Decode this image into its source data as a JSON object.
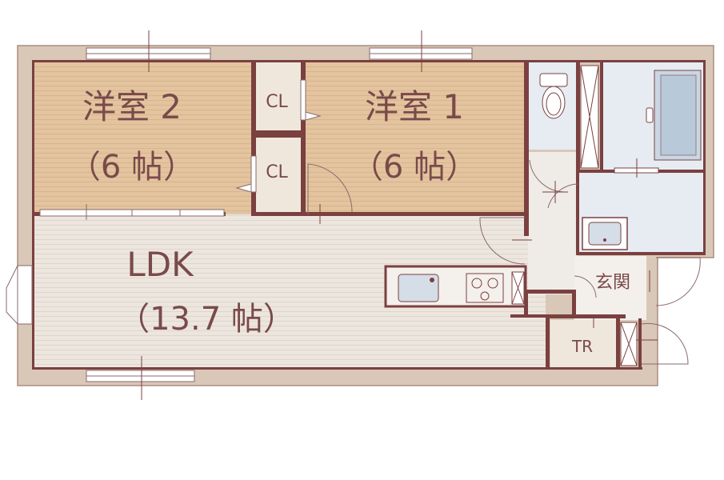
{
  "rooms": {
    "western2": {
      "name": "洋室 2",
      "size": "（6 帖）"
    },
    "western1": {
      "name": "洋室 1",
      "size": "（6 帖）"
    },
    "ldk": {
      "name": "LDK",
      "size": "（13.7 帖）"
    },
    "closet_upper": {
      "name": "CL"
    },
    "closet_lower": {
      "name": "CL"
    },
    "entrance": {
      "name": "玄関"
    },
    "trunk_room": {
      "name": "TR"
    }
  },
  "colors": {
    "wall": "#7b4040",
    "outer_wall": "#d9c8b8",
    "wood_floor": "#e3c49f",
    "ldk_floor": "#ece6de",
    "wet_floor": "#e6ecf2",
    "closet_floor": "#efe7dc",
    "text": "#7a4a4a",
    "fixture": "#c9d6e3"
  },
  "icons": [
    "toilet-icon",
    "bathtub-icon",
    "washbasin-icon",
    "kitchen-sink-icon",
    "stove-icon",
    "door-swing-icon",
    "window-icon"
  ]
}
